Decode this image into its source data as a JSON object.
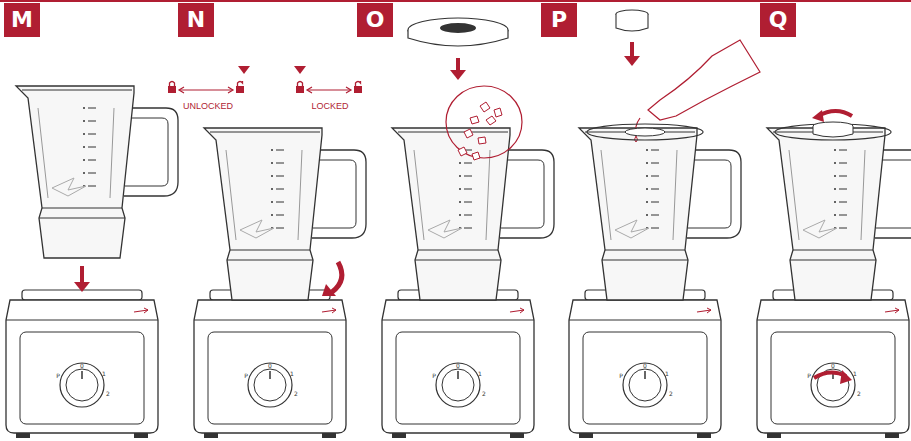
{
  "diagram": {
    "nodes": [
      {
        "text": [
          "M"
        ]
      },
      {
        "text": [
          "N"
        ]
      },
      {
        "text": [
          "O"
        ]
      },
      {
        "text": [
          "P"
        ]
      },
      {
        "text": [
          "Q"
        ]
      }
    ],
    "labels": [
      "UNLOCKED",
      "LOCKED",
      "P",
      "0",
      "1",
      "2",
      "P",
      "0",
      "1",
      "2",
      "P",
      "0",
      "1",
      "2",
      "P",
      "0",
      "1",
      "2",
      "P",
      "0",
      "1",
      "2"
    ]
  }
}
